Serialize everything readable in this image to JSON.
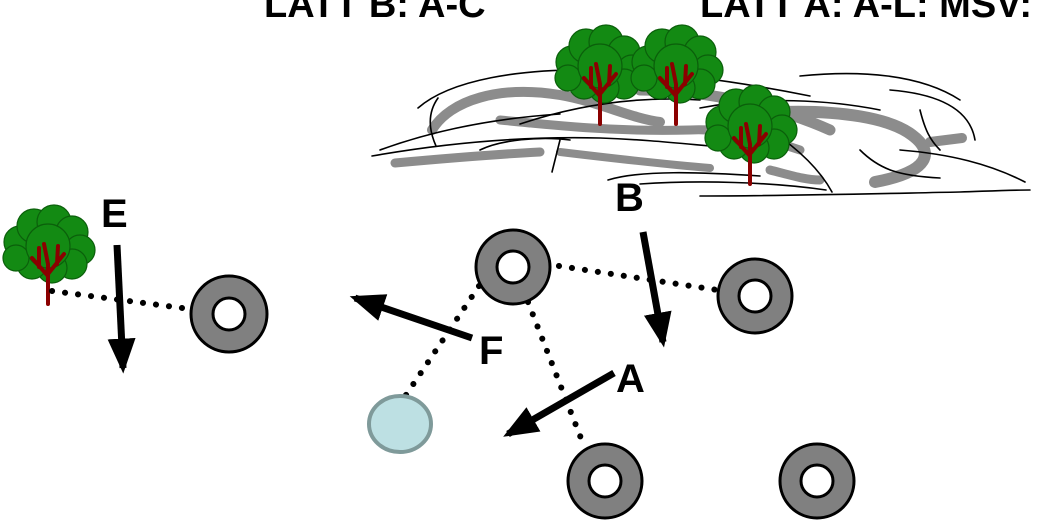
{
  "header": {
    "part1": "LATT B:  A-C",
    "part2": "LATT A:  A-L:  MSV:"
  },
  "labels": {
    "a": "A",
    "b": "B",
    "e": "E",
    "f": "F"
  },
  "colors": {
    "ring": "#808080",
    "reference_point": "#bde0e3",
    "reference_point_border": "#7f9a9a",
    "foliage": "#138a13",
    "trunk": "#8b0000",
    "terrain_band": "#8c8c8c"
  },
  "icons": [
    "tree-icon",
    "ring-marker-icon",
    "arrow-icon"
  ]
}
